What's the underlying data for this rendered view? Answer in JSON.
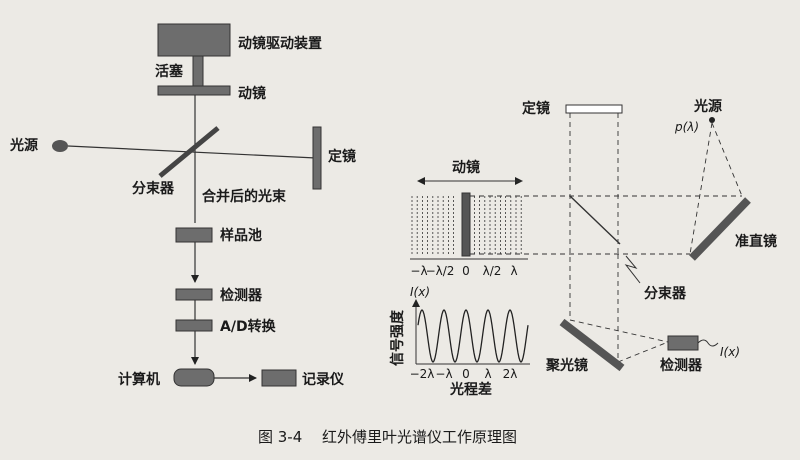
{
  "left": {
    "drive": "动镜驱动装置",
    "piston": "活塞",
    "moving_mirror": "动镜",
    "source": "光源",
    "fixed_mirror": "定镜",
    "beam_splitter": "分束器",
    "combined_beam": "合并后的光束",
    "sample_cell": "样品池",
    "detector": "检测器",
    "adc": "A/D转换",
    "computer": "计算机",
    "recorder": "记录仪"
  },
  "right": {
    "fixed_mirror": "定镜",
    "source": "光源",
    "p_lambda": "p(λ)",
    "moving_mirror": "动镜",
    "collimator": "准直镜",
    "beam_splitter": "分束器",
    "focus_mirror": "聚光镜",
    "detector": "检测器",
    "i_x": "I(x)",
    "pos_ticks": [
      "−λ",
      "−λ/2",
      "0",
      "λ/2",
      "λ"
    ],
    "plot": {
      "y_label": "I(x)",
      "y_axis_title": "信号强度",
      "x_ticks": [
        "−2λ",
        "−λ",
        "0",
        "λ",
        "2λ"
      ],
      "x_axis_title": "光程差"
    }
  },
  "caption": {
    "fig_no": "图 3-4",
    "title": "红外傅里叶光谱仪工作原理图"
  }
}
